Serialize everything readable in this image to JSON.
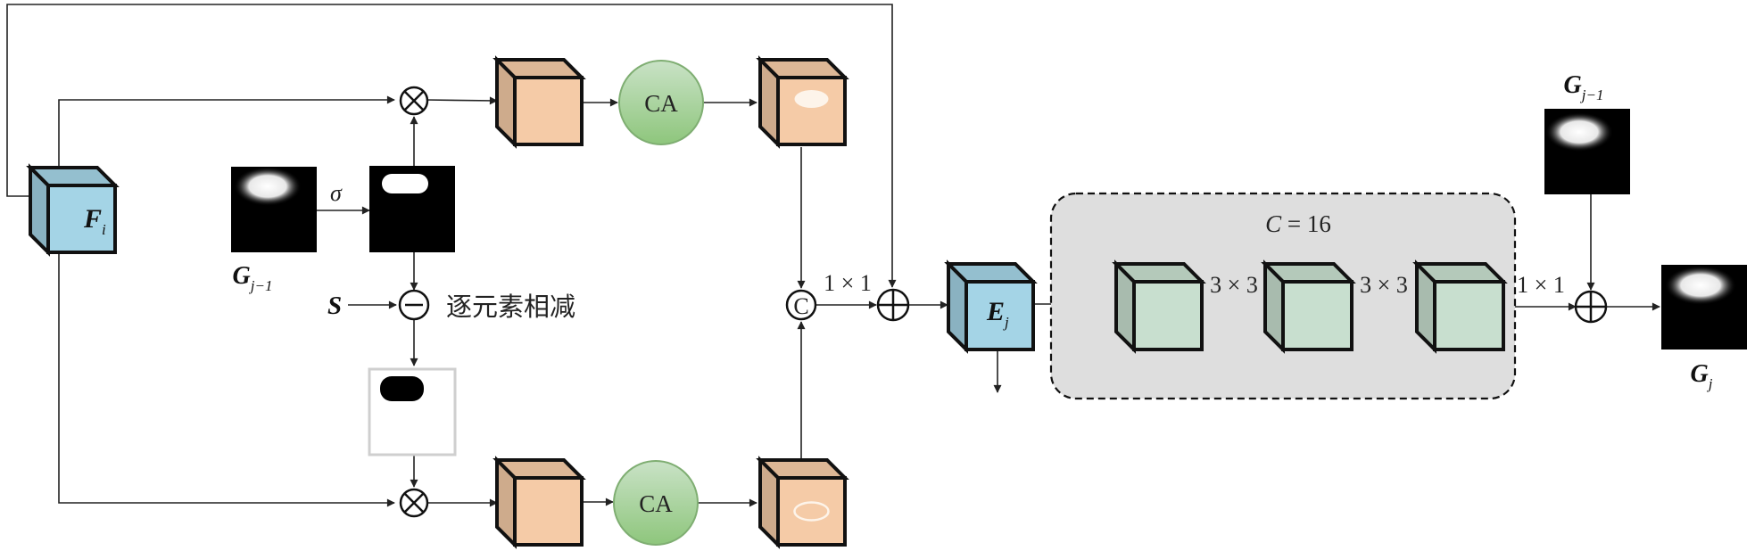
{
  "diagram": {
    "inputs": {
      "feature": {
        "symbol": "F",
        "subscript": "i"
      },
      "guidance_prev": {
        "symbol": "G",
        "subscript": "j−1"
      },
      "guidance_prev_right": {
        "symbol": "G",
        "subscript": "j−1"
      },
      "side_input": {
        "symbol": "S"
      }
    },
    "operators": {
      "sigmoid": "σ",
      "subtract_label": "逐元素相减",
      "concat": "C",
      "conv_after_concat": "1 × 1"
    },
    "attention_blocks": [
      {
        "label": "CA"
      },
      {
        "label": "CA"
      }
    ],
    "encoder_output": {
      "symbol": "E",
      "subscript": "j"
    },
    "refine_block": {
      "title_symbol": "C",
      "title_rest": " = 16",
      "convs": [
        "3 × 3",
        "3 × 3"
      ],
      "out_conv": "1 × 1"
    },
    "output": {
      "symbol": "G",
      "subscript": "j"
    },
    "colors": {
      "feature_cube": "#a4d4e6",
      "orange_cube": "#f5cba7",
      "green_cube": "#c8dfcf",
      "ca_circle": "#9fcf8e",
      "refine_bg": "#dedede"
    }
  }
}
